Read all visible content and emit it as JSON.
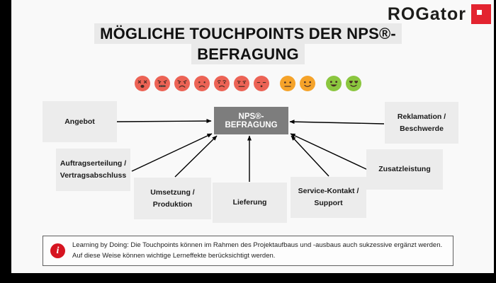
{
  "logo": {
    "text": "ROGator",
    "square_color": "#e32430"
  },
  "title": {
    "line1": "MÖGLICHE TOUCHPOINTS DER NPS®-",
    "line2": "BEFRAGUNG",
    "highlight_color": "#e9e9e9"
  },
  "emoji_scale": {
    "feature_color": "#472b23",
    "colors": {
      "red": "#ec6355",
      "orange": "#f5a32a",
      "green": "#8bc63f"
    },
    "items": [
      {
        "name": "emoji-dead-face",
        "type": "dead",
        "color": "red"
      },
      {
        "name": "emoji-angry-gritted-teeth-face",
        "type": "angryTeeth",
        "color": "red"
      },
      {
        "name": "emoji-angry-face",
        "type": "angry",
        "color": "red"
      },
      {
        "name": "emoji-frowning-face",
        "type": "sad",
        "color": "red"
      },
      {
        "name": "emoji-worried-face",
        "type": "worried",
        "color": "red"
      },
      {
        "name": "emoji-unamused-face",
        "type": "unamused",
        "color": "red"
      },
      {
        "name": "emoji-hushed-face",
        "type": "hushed",
        "color": "red",
        "gap_before": false
      },
      {
        "name": "emoji-neutral-face",
        "type": "neutral",
        "color": "orange",
        "gap_before": true
      },
      {
        "name": "emoji-slight-smile-face",
        "type": "slightSmile",
        "color": "orange"
      },
      {
        "name": "emoji-grinning-face",
        "type": "grin",
        "color": "green",
        "gap_before": true
      },
      {
        "name": "emoji-heart-eyes-face",
        "type": "heartEyes",
        "color": "green"
      }
    ]
  },
  "center": {
    "label": "NPS®-BEFRAGUNG",
    "bg": "#7d7d7d"
  },
  "touchpoints": [
    {
      "id": "angebot",
      "label": "Angebot"
    },
    {
      "id": "auftragserteilung",
      "label": "Auftragserteilung / Vertragsabschluss"
    },
    {
      "id": "umsetzung",
      "label": "Umsetzung / Produktion"
    },
    {
      "id": "lieferung",
      "label": "Lieferung"
    },
    {
      "id": "service-kontakt",
      "label": "Service-Kontakt / Support"
    },
    {
      "id": "zusatzleistung",
      "label": "Zusatzleistung"
    },
    {
      "id": "reklamation",
      "label": "Reklamation / Beschwerde"
    }
  ],
  "note": {
    "icon_glyph": "i",
    "icon_color": "#d61420",
    "text": "Learning by Doing: Die Touchpoints können im Rahmen des Projektaufbaus und -ausbaus auch sukzessive ergänzt werden. Auf diese Weise können wichtige Lerneffekte berücksichtigt werden."
  }
}
